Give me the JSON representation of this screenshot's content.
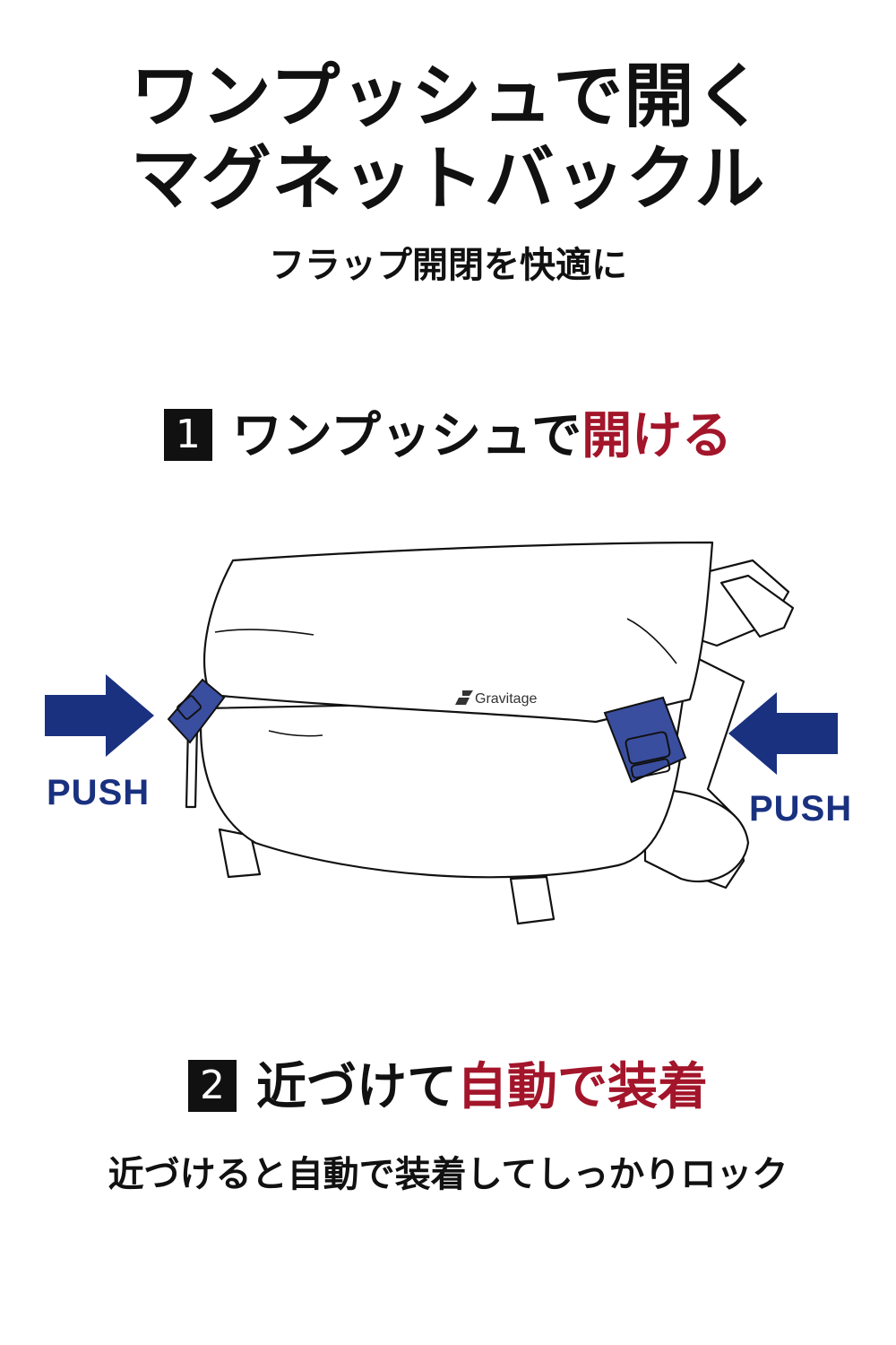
{
  "header": {
    "title_line1": "ワンプッシュで開く",
    "title_line2": "マグネットバックル",
    "subtitle": "フラップ開閉を快適に"
  },
  "steps": [
    {
      "number": "1",
      "text": "ワンプッシュで",
      "highlight": "開ける"
    },
    {
      "number": "2",
      "text": "近づけて",
      "highlight": "自動で装着"
    }
  ],
  "illustration": {
    "brand_label": "Gravitage",
    "push_left": "PUSH",
    "push_right": "PUSH"
  },
  "footer_note": "近づけると自動で装着してしっかりロック",
  "colors": {
    "accent_red": "#a3152a",
    "buckle_blue": "#3a4ea0",
    "arrow_navy": "#1a3180"
  }
}
